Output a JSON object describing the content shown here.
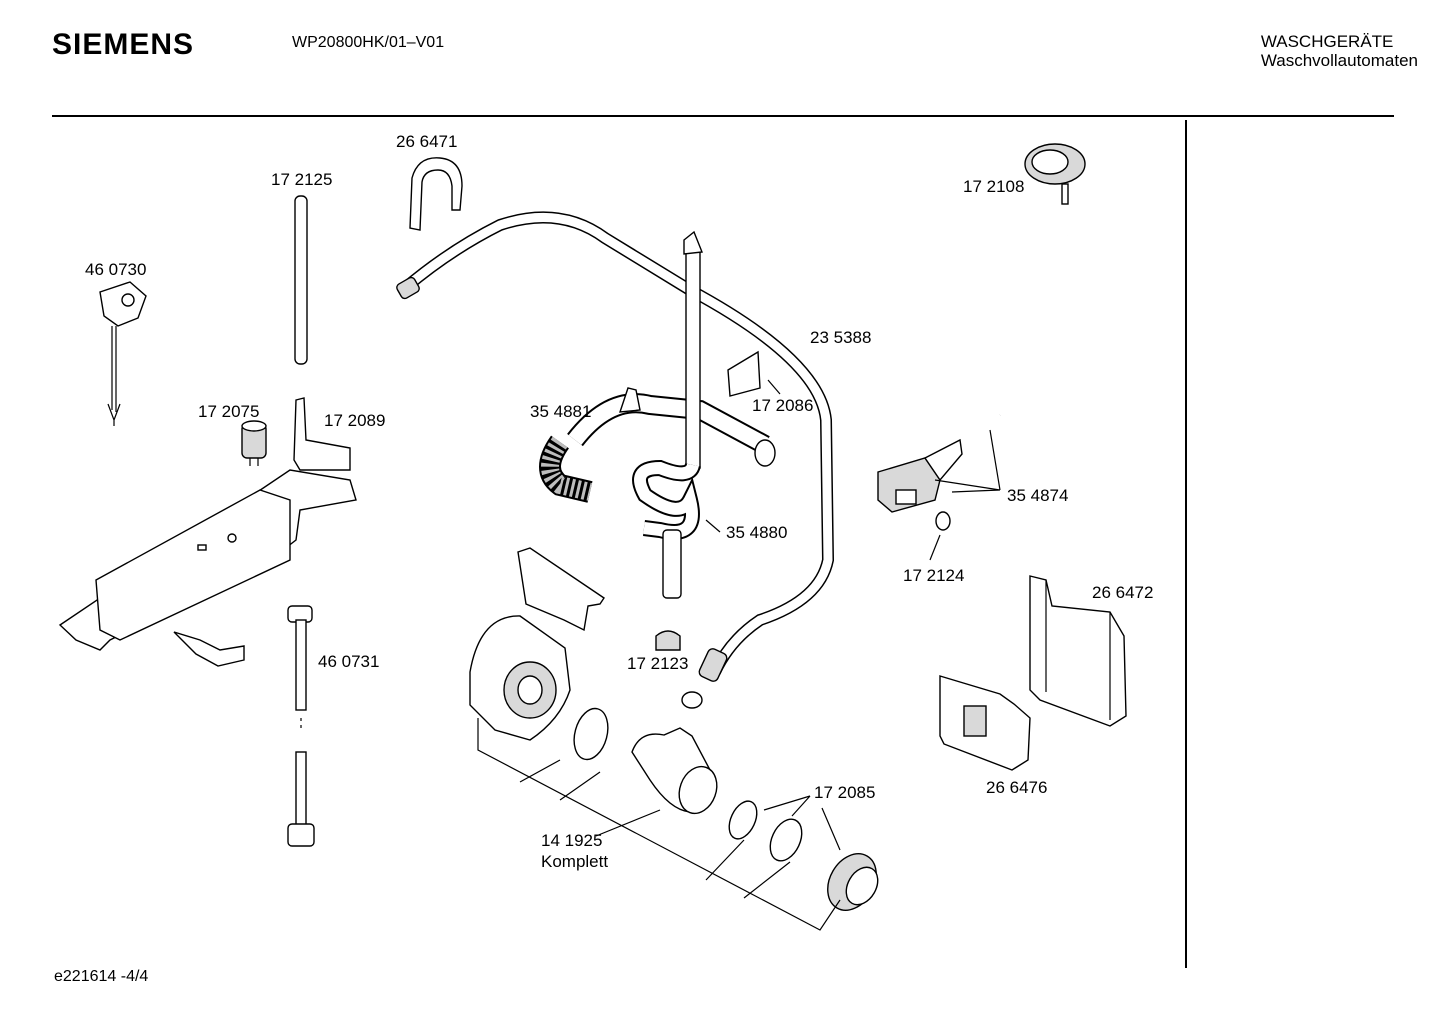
{
  "header": {
    "brand": "SIEMENS",
    "model": "WP20800HK/01–V01",
    "category_line1": "WASCHGERÄTE",
    "category_line2": "Waschvollautomaten"
  },
  "footer": {
    "page_ref": "e221614  -4/4"
  },
  "parts": [
    {
      "id": "460730",
      "label": "46 0730",
      "icon": "power-plug"
    },
    {
      "id": "172125",
      "label": "17 2125",
      "icon": "straight-tube"
    },
    {
      "id": "266471",
      "label": "26 6471",
      "icon": "hose-clip"
    },
    {
      "id": "235388",
      "label": "23 5388",
      "icon": "drain-hose"
    },
    {
      "id": "172108",
      "label": "17 2108",
      "icon": "pressure-switch"
    },
    {
      "id": "172075",
      "label": "17 2075",
      "icon": "capacitor"
    },
    {
      "id": "172089",
      "label": "17 2089",
      "icon": "valve-bracket"
    },
    {
      "id": "354881",
      "label": "35 4881",
      "icon": "corrugated-hose"
    },
    {
      "id": "172086",
      "label": "17 2086",
      "icon": "clip-plate"
    },
    {
      "id": "354880",
      "label": "35 4880",
      "icon": "siphon-hose"
    },
    {
      "id": "354874",
      "label": "35 4874",
      "icon": "level-sensor"
    },
    {
      "id": "172124",
      "label": "17 2124",
      "icon": "seal-ring"
    },
    {
      "id": "266472",
      "label": "26 6472",
      "icon": "cover-panel"
    },
    {
      "id": "460731",
      "label": "46 0731",
      "icon": "tube-hose"
    },
    {
      "id": "172123",
      "label": "17 2123",
      "icon": "cap-seal"
    },
    {
      "id": "266476",
      "label": "26 6476",
      "icon": "mounting-plate"
    },
    {
      "id": "172085",
      "label": "17 2085",
      "icon": "gasket"
    },
    {
      "id": "141925",
      "label": "14 1925",
      "sublabel": "Komplett",
      "icon": "drain-pump"
    }
  ]
}
